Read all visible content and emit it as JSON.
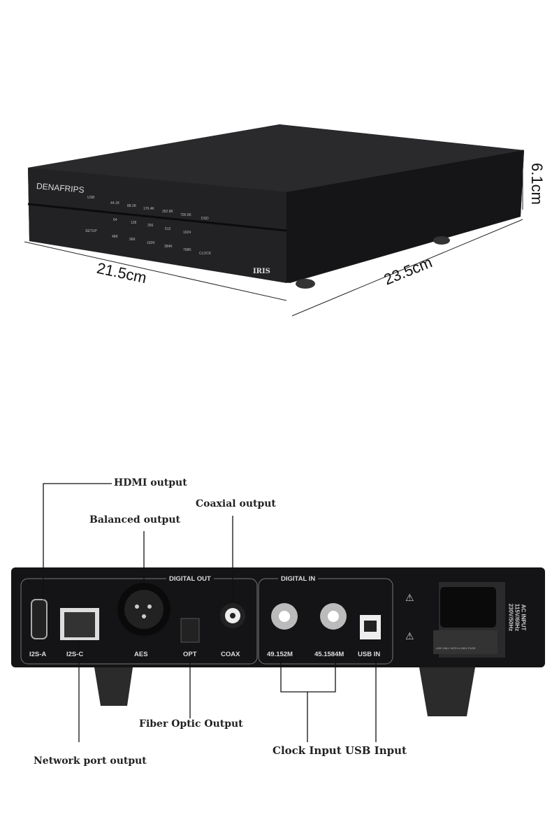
{
  "dimensions": {
    "width": "21.5cm",
    "depth": "23.5cm",
    "height": "6.1cm"
  },
  "front_panel": {
    "brand": "DENAFRIPS",
    "model": "IRIS",
    "row1": [
      "USB",
      "44.1K",
      "88.2K",
      "176.4K",
      "352.8K",
      "705.6K",
      "DSD"
    ],
    "row2": [
      "64",
      "128",
      "256",
      "512",
      "1024"
    ],
    "row3": [
      "SETUP",
      "48K",
      "96K",
      "192K",
      "384K",
      "768K",
      "CLOCK"
    ]
  },
  "rear_panel": {
    "section_out": "DIGITAL OUT",
    "section_in": "DIGITAL IN",
    "ports": [
      "I2S-A",
      "I2S-C",
      "AES",
      "OPT",
      "COAX",
      "49.152M",
      "45.1584M",
      "USB IN"
    ],
    "ac_input": [
      "AC INPUT",
      "115V/60Hz",
      "230V/50Hz"
    ],
    "fuse_note": "USE ONLY WITH A 250V FUSE"
  },
  "callouts": {
    "hdmi": "HDMI output",
    "coaxial": "Coaxial output",
    "balanced": "Balanced output",
    "fiber": "Fiber Optic Output",
    "network": "Network port output",
    "clock_usb": "Clock Input USB Input"
  }
}
